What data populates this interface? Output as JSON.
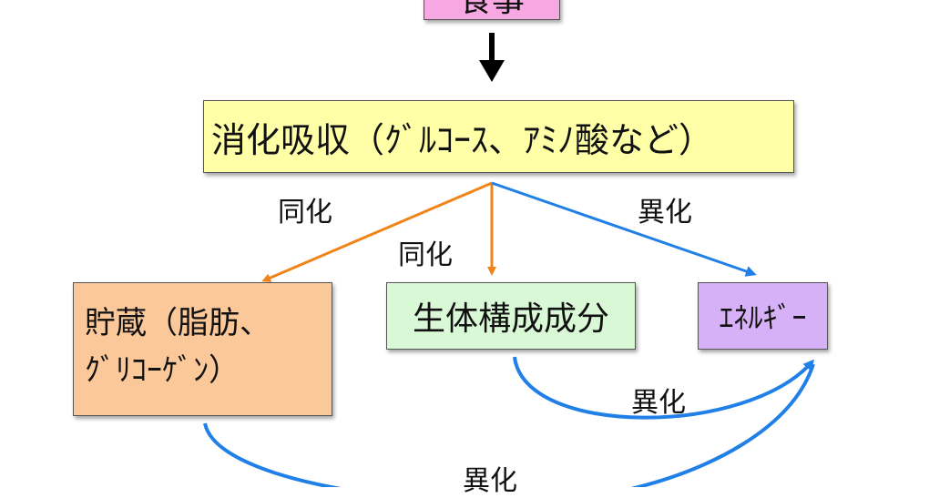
{
  "nodes": {
    "top": "食事",
    "digestion": "消化吸収（ｸﾞﾙｺｰｽ、ｱﾐﾉ酸など）",
    "storage_line1": "貯蔵（脂肪、",
    "storage_line2": "ｸﾞﾘｺｰｹﾞﾝ）",
    "body_components": "生体構成成分",
    "energy": "ｴﾈﾙｷﾞｰ"
  },
  "edge_labels": {
    "assimilation_left": "同化",
    "assimilation_middle": "同化",
    "catabolism_right": "異化",
    "catabolism_body": "異化",
    "catabolism_bottom": "異化"
  },
  "colors": {
    "assimilation": "#f08418",
    "catabolism": "#2080e8",
    "main_arrow": "#000000"
  }
}
